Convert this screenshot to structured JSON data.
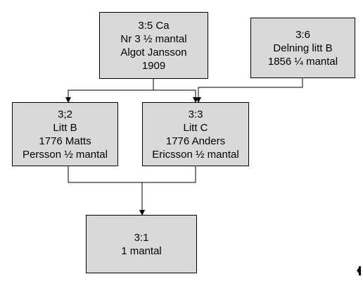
{
  "nodes": {
    "n35": {
      "lines": [
        "3:5 Ca",
        "Nr 3 ½ mantal",
        "Algot Jansson",
        "1909"
      ]
    },
    "n36": {
      "lines": [
        "3:6",
        "Delning litt B",
        "1856 ¼ mantal"
      ]
    },
    "n32": {
      "lines": [
        "3;2",
        "Litt B",
        "1776 Matts",
        "Persson ½ mantal"
      ]
    },
    "n33": {
      "lines": [
        "3:3",
        "Litt C",
        "1776 Anders",
        "Ericsson ½ mantal"
      ]
    },
    "n31": {
      "lines": [
        "3:1",
        "1 mantal"
      ]
    }
  },
  "colors": {
    "box_fill": "#d9d9d9",
    "border": "#000000",
    "line": "#000000"
  }
}
